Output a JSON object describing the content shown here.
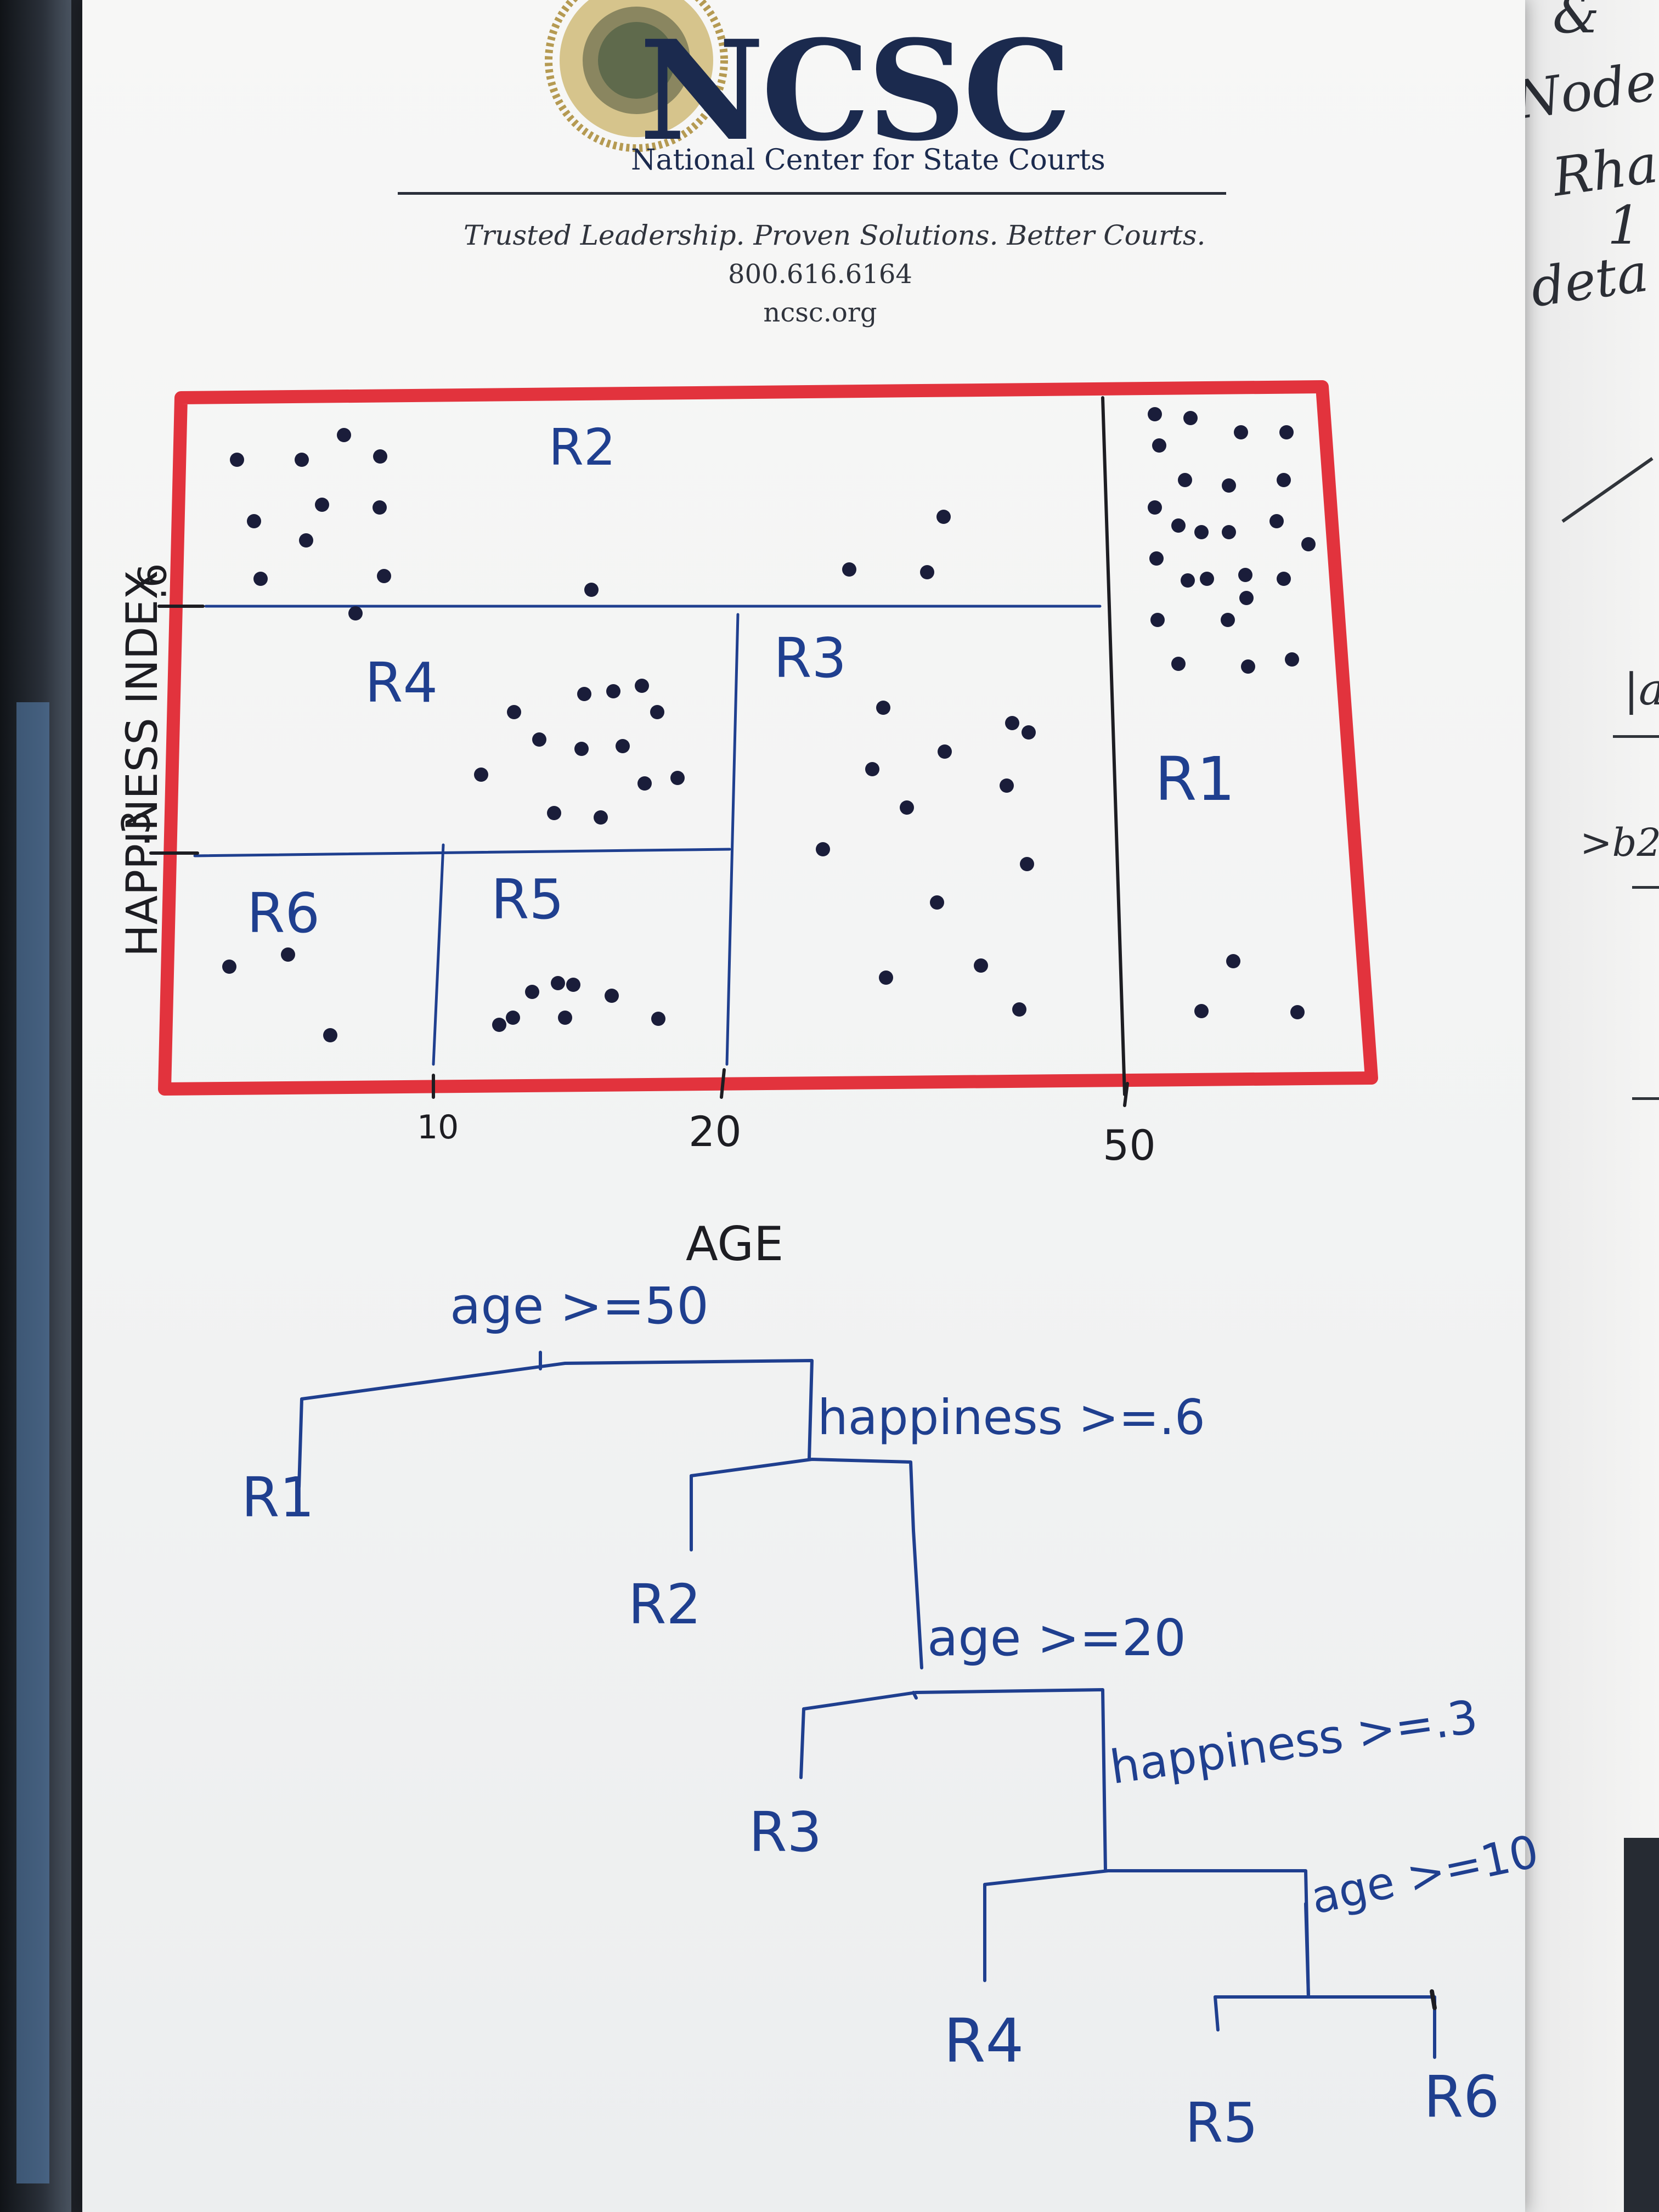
{
  "header": {
    "logo_text": "NCSC",
    "organization": "National Center for State Courts",
    "tagline": "Trusted Leadership.  Proven Solutions.  Better Courts.",
    "phone": "800.616.6164",
    "website": "ncsc.org"
  },
  "plot": {
    "y_axis_label": "HAPPINESS INDEX",
    "x_axis_label": "AGE",
    "y_ticks": [
      ".6",
      ".3"
    ],
    "x_ticks": [
      "10",
      "20",
      "50"
    ],
    "regions": [
      "R1",
      "R2",
      "R3",
      "R4",
      "R5",
      "R6"
    ]
  },
  "tree": {
    "split_age_50": "age >=50",
    "split_happiness_06": "happiness >=.6",
    "split_age_20": "age >=20",
    "split_happiness_03": "happiness >=.3",
    "split_age_10": "age >=10",
    "leaf_r1": "R1",
    "leaf_r2": "R2",
    "leaf_r3": "R3",
    "leaf_r4": "R4",
    "leaf_r5": "R5",
    "leaf_r6": "R6"
  },
  "side_notes": [
    "& ",
    "Node",
    "Rha",
    "1",
    "deta",
    "|a",
    ">b2"
  ],
  "colors": {
    "pen_blue": "#1f3f8f",
    "pen_red": "#e2333d",
    "pen_black": "#1d1d22",
    "logo_navy": "#1b2a4e",
    "seal_gold": "#b59a52"
  }
}
